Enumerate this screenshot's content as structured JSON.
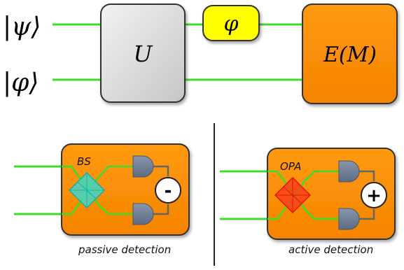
{
  "top": {
    "input_1": "|ψ⟩",
    "input_2": "|φ⟩",
    "unitary": "U",
    "phase": "φ",
    "estimator": "E(M)"
  },
  "passive": {
    "element": "BS",
    "sign": "-",
    "caption": "passive detection"
  },
  "active": {
    "element": "OPA",
    "sign": "+",
    "caption": "active detection"
  },
  "colors": {
    "wire": "#3ddc2a",
    "orange": "#ff8c00",
    "unitary_fill": "#d4d4d4",
    "phase_fill": "#ffff00",
    "detector": "#6f7f95",
    "beamsplitter": "#3fd6c8",
    "opa": "#ff3a1a"
  }
}
